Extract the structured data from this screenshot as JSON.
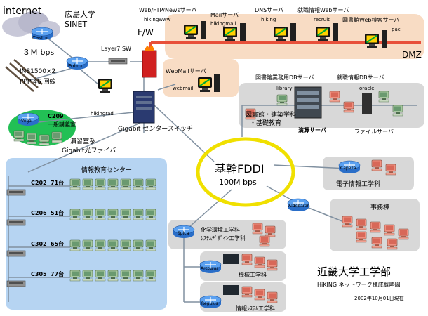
{
  "internet": {
    "label": "internet",
    "cloud_label": "Castor"
  },
  "sinet": {
    "line1": "広島大学",
    "line2": "SINET",
    "speed": "３Ｍ bps"
  },
  "isdn": {
    "line1": "INS1500×2",
    "line2": "PPP 46 回線"
  },
  "pollux_label": "Pollux",
  "layer7": "Layer7 SW",
  "fw": "F/W",
  "dmz": "DMZ",
  "servers": {
    "web": {
      "title": "Web/FTP/Newsサーバ",
      "host": "hikingwww"
    },
    "mail": {
      "title": "Mailサーバ",
      "host": "hikingmail"
    },
    "dns": {
      "title": "DNSサーバ",
      "host": "hiking"
    },
    "recruit": {
      "title": "就職情報Webサーバ",
      "host": "recruit"
    },
    "library_search": {
      "title": "図書館Web検索サーバ",
      "host": "pac"
    },
    "webmail": {
      "title": "WebMailサーバ",
      "host": "webmail"
    },
    "library_db": {
      "title": "図書館業務用DBサーバ",
      "host": "library"
    },
    "job_db": {
      "title": "就職情報DBサーバ",
      "host": "oracle"
    }
  },
  "edu_section": {
    "line1": "図書館・建築学科",
    "line2": "・基礎教育"
  },
  "compute_server": "演算サーバ",
  "file_server": "ファイルサーバ",
  "hikingrad": "hikingrad",
  "c209": {
    "room": "C209",
    "desc": "一般講義室",
    "router": "Vega"
  },
  "gigabit_switch": "Gigabit センタースイッチ",
  "fiber": {
    "line1": "演習室系",
    "line2": "Gigabit光ファイバ"
  },
  "center": {
    "title": "情報教育センター",
    "rooms": [
      {
        "room": "C202",
        "count": "71台"
      },
      {
        "room": "C206",
        "count": "51台"
      },
      {
        "room": "C302",
        "count": "65台"
      },
      {
        "room": "C305",
        "count": "77台"
      }
    ]
  },
  "fddi": {
    "line1": "基幹FDDI",
    "line2": "100M bps"
  },
  "capella": {
    "router": "Capella",
    "dept": "電子情報工学科"
  },
  "aldebaran": {
    "router": "Aldebaran",
    "dept": "事務棟"
  },
  "spica": {
    "router": "Spica",
    "dept1": "化学環境工学科",
    "dept2": "ｼｽﾃﾑﾃﾞｻﾞｲﾝ工学科"
  },
  "arcturus": {
    "router": "Arcturus",
    "dept": "機械工学科"
  },
  "regulus": {
    "router": "Regulus",
    "dept": "情報ｼｽﾃﾑ工学科"
  },
  "footer": {
    "university": "近畿大学工学部",
    "subtitle": "HiKING ネットワーク構成概略図",
    "date": "2002年10月01日現在"
  },
  "colors": {
    "dmz_line": "#e8503a",
    "fddi_ring": "#f0e000",
    "panel_blue": "#b6d4f2",
    "panel_gray": "#d8d8d8",
    "panel_peach": "#f8dcc4"
  }
}
